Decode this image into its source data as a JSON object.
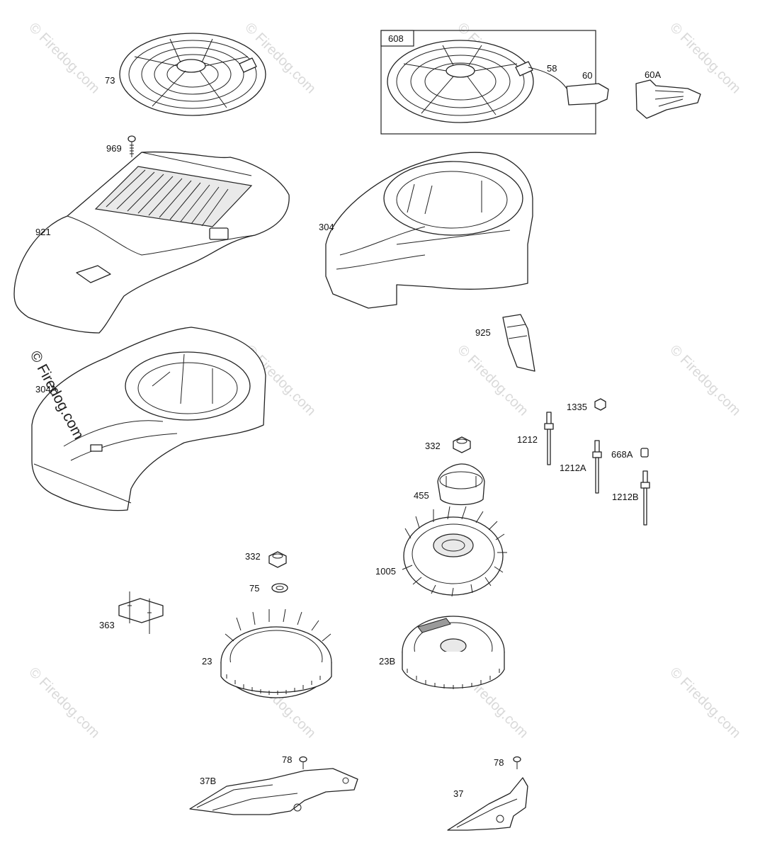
{
  "callouts": {
    "c73": "73",
    "c608": "608",
    "c58": "58",
    "c60": "60",
    "c60a": "60A",
    "c969": "969",
    "c921": "921",
    "c304": "304",
    "c304a": "304A",
    "c925": "925",
    "c1335": "1335",
    "c1212": "1212",
    "c332a": "332",
    "c1212a": "1212A",
    "c668a": "668A",
    "c455": "455",
    "c1212b": "1212B",
    "c332b": "332",
    "c75": "75",
    "c1005": "1005",
    "c363": "363",
    "c23": "23",
    "c23b": "23B",
    "c78a": "78",
    "c37b": "37B",
    "c78b": "78",
    "c37": "37"
  },
  "watermark": {
    "big": "© Firedog.com",
    "small": "© Firedog.com"
  }
}
